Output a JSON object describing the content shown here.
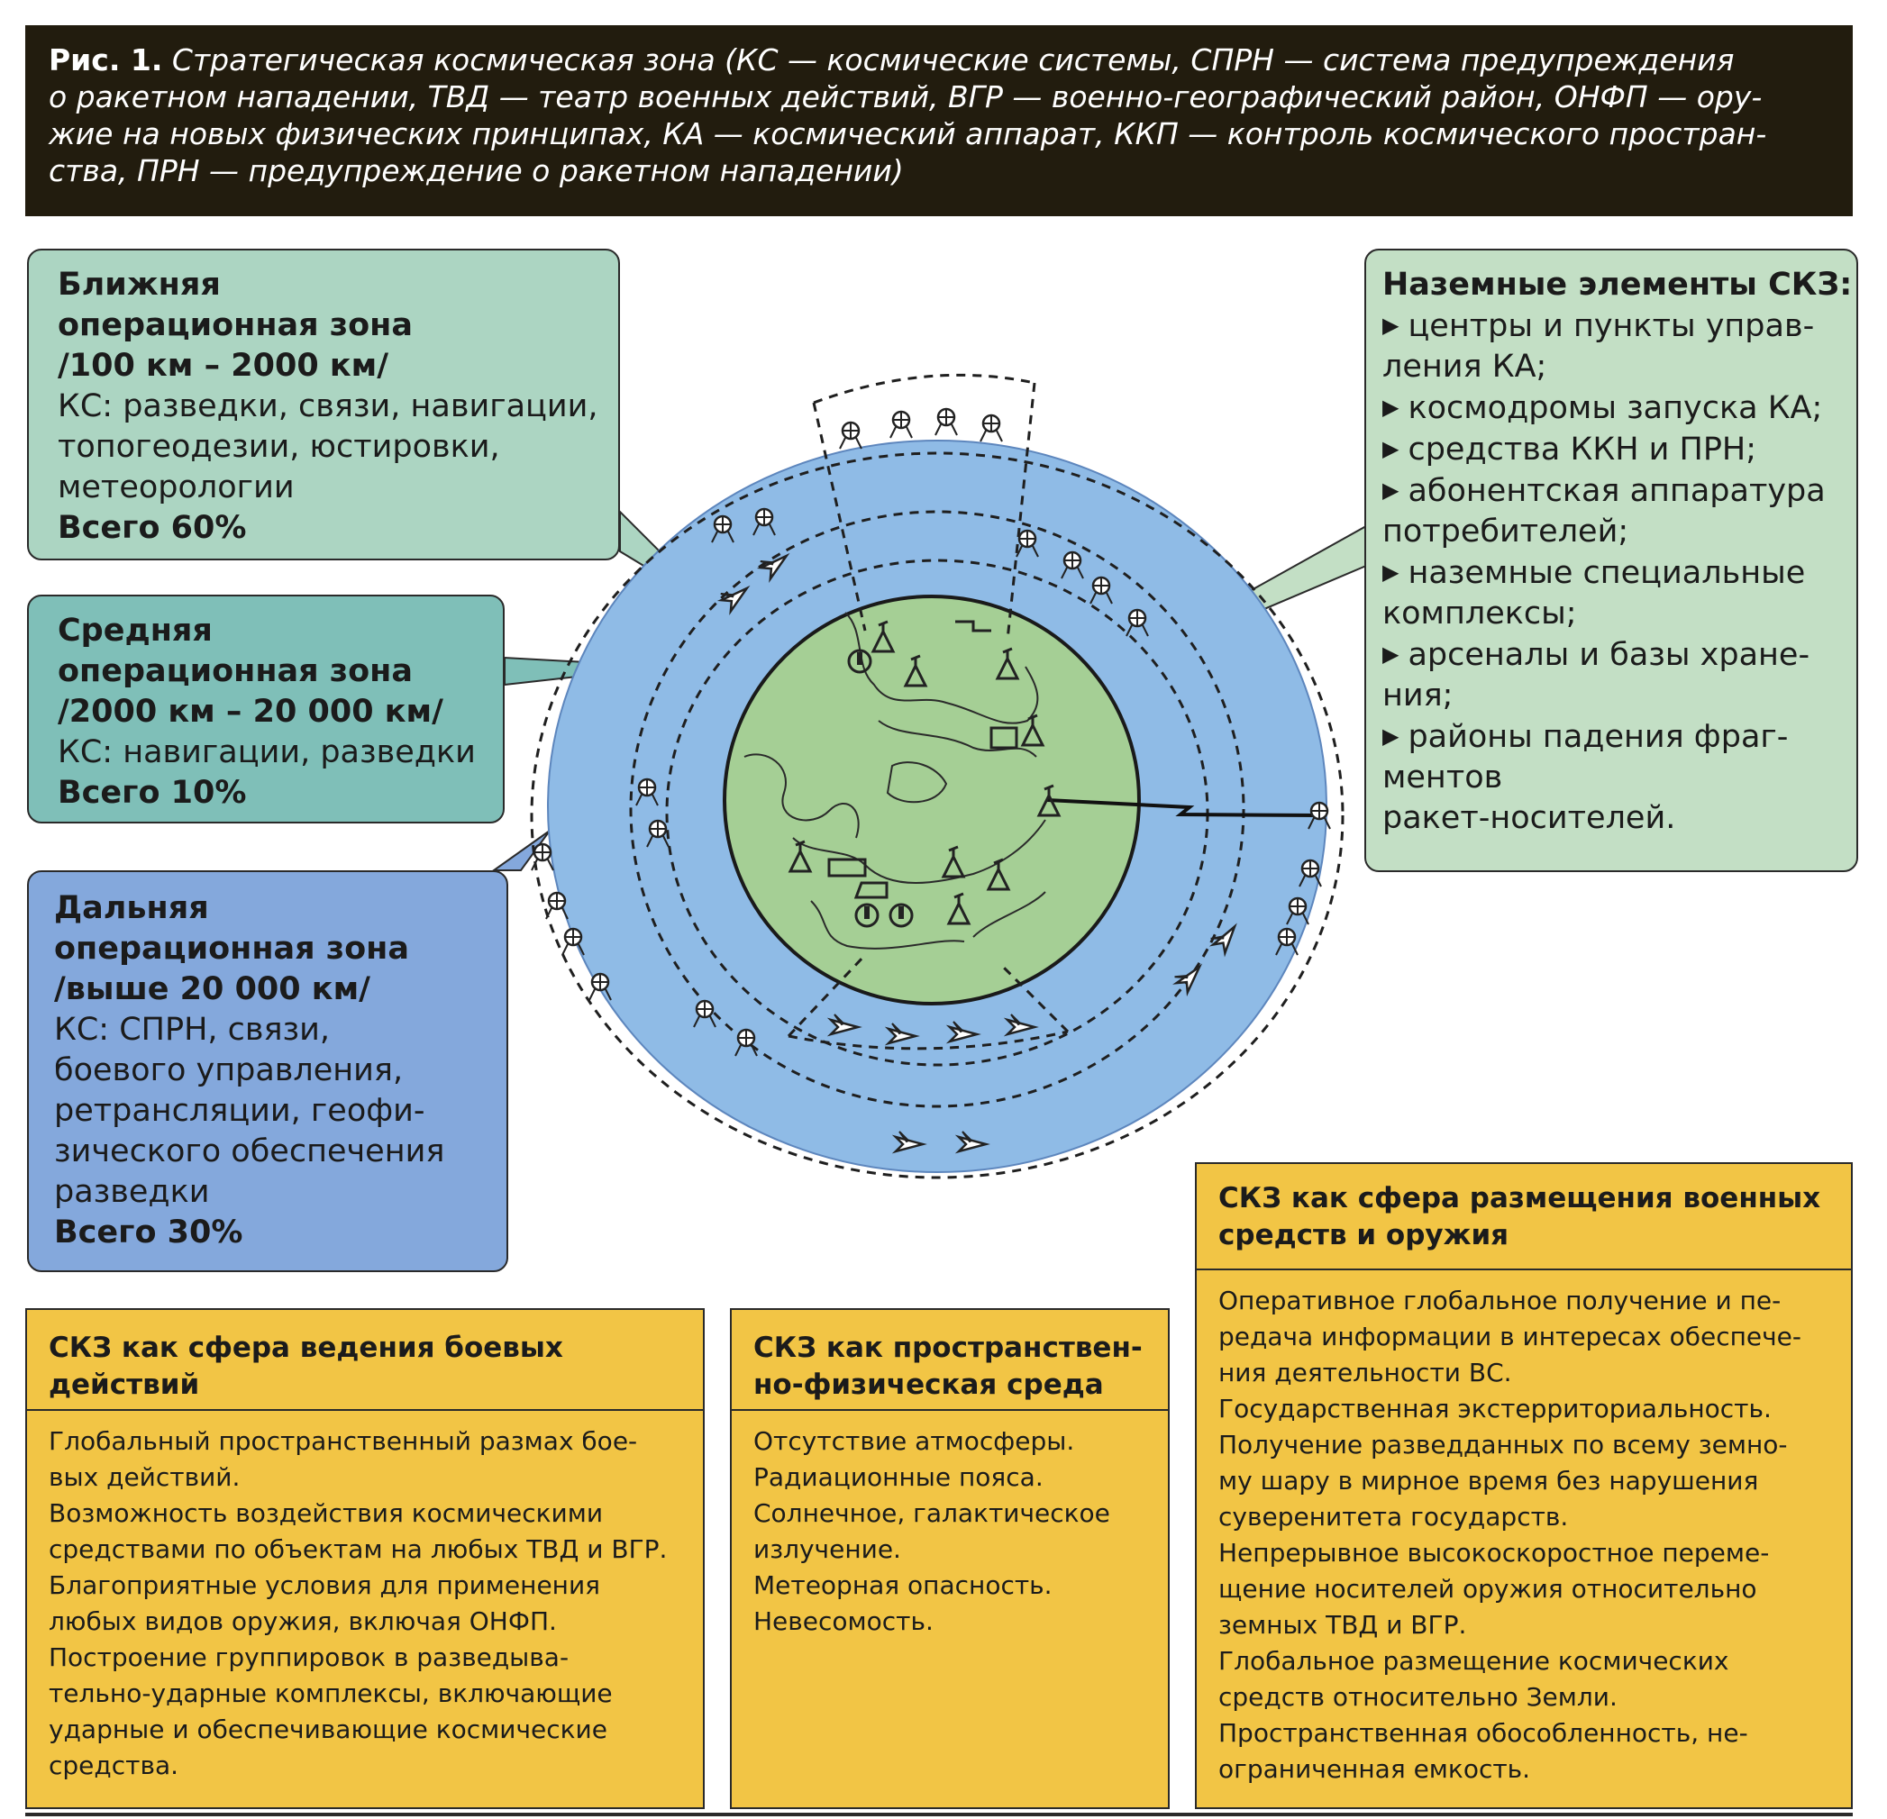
{
  "header": {
    "fig_label": "Рис. 1.",
    "lines": [
      "Стратегическая космическая зона (КС — космические системы, СПРН — система предупреждения",
      "о ракетном нападении, ТВД — театр военных действий, ВГР — военно-географический район, ОНФП — ору-",
      "жие на новых физических принципах, КА — космический аппарат, ККП — контроль космического простран-",
      "ства, ПРН — предупреждение о ракетном нападении)"
    ]
  },
  "near_zone": {
    "title_lines": [
      "Ближняя",
      "операционная зона",
      "/100 км – 2000 км/"
    ],
    "text_lines": [
      "КС: разведки, связи, навигации,",
      "топогеодезии, юстировки,",
      "метеорологии"
    ],
    "total": "Всего 60%"
  },
  "mid_zone": {
    "title_lines": [
      "Средняя",
      "операционная зона",
      "/2000 км – 20 000 км/"
    ],
    "text_lines": [
      "КС: навигации, разведки"
    ],
    "total": "Всего 10%"
  },
  "far_zone": {
    "title_lines": [
      "Дальняя",
      "операционная зона",
      "/выше 20 000 км/"
    ],
    "text_lines": [
      "КС: СПРН, связи,",
      "боевого управления,",
      "ретрансляции, геофи-",
      "зического обеспечения",
      "разведки"
    ],
    "total": "Всего 30%"
  },
  "ground": {
    "title": "Наземные элементы СКЗ:",
    "lines": [
      {
        "arrow": true,
        "text": "центры и пункты управ-"
      },
      {
        "arrow": false,
        "text": "ления КА;"
      },
      {
        "arrow": true,
        "text": "космодромы запуска КА;"
      },
      {
        "arrow": true,
        "text": "средства ККН и ПРН;"
      },
      {
        "arrow": true,
        "text": "абонентская аппаратура"
      },
      {
        "arrow": false,
        "text": "потребителей;"
      },
      {
        "arrow": true,
        "text": "наземные специальные"
      },
      {
        "arrow": false,
        "text": "комплексы;"
      },
      {
        "arrow": true,
        "text": "арсеналы и базы хране-"
      },
      {
        "arrow": false,
        "text": "ния;"
      },
      {
        "arrow": true,
        "text": "районы падения фраг-"
      },
      {
        "arrow": false,
        "text": "ментов"
      },
      {
        "arrow": false,
        "text": "ракет-носителей."
      }
    ]
  },
  "box_combat": {
    "title_lines": [
      "СКЗ как сфера ведения боевых",
      "действий"
    ],
    "body_lines": [
      "Глобальный пространственный размах бое-",
      "вых действий.",
      "Возможность воздействия космическими",
      "средствами по объектам на любых ТВД и ВГР.",
      "Благоприятные условия для применения",
      "любых видов оружия, включая ОНФП.",
      "Построение группировок в разведыва-",
      "тельно-ударные комплексы, включающие",
      "ударные и обеспечивающие космические",
      "средства."
    ]
  },
  "box_physical": {
    "title_lines": [
      "СКЗ как пространствен-",
      "но-физическая среда"
    ],
    "body_lines": [
      "Отсутствие атмосферы.",
      "Радиационные пояса.",
      "Солнечное, галактическое",
      "излучение.",
      "Метеорная опасность.",
      "Невесомость."
    ]
  },
  "box_placement": {
    "title_lines": [
      "СКЗ как сфера размещения военных",
      "средств и оружия"
    ],
    "body_lines": [
      "Оперативное глобальное получение и пе-",
      "редача информации в интересах обеспече-",
      "ния деятельности ВС.",
      "Государственная экстерриториальность.",
      "Получение разведданных по всему земно-",
      "му шару в мирное время без нарушения",
      "суверенитета государств.",
      "Непрерывное высокоскоростное переме-",
      "щение носителей оружия относительно",
      "земных ТВД и ВГР.",
      "Глобальное размещение космических",
      "средств относительно Земли.",
      "Пространственная обособленность, не-",
      "ограниченная емкость."
    ]
  },
  "colors": {
    "header_bg": "#221c0e",
    "near_zone": "#acd5c2",
    "mid_zone": "#7fbfb8",
    "far_zone": "#84a8dc",
    "ground_box": "#c3dfc5",
    "yellow_boxes": "#f2c545",
    "orbit_disk": "#8fbbe6",
    "earth": "#a5cf95"
  }
}
